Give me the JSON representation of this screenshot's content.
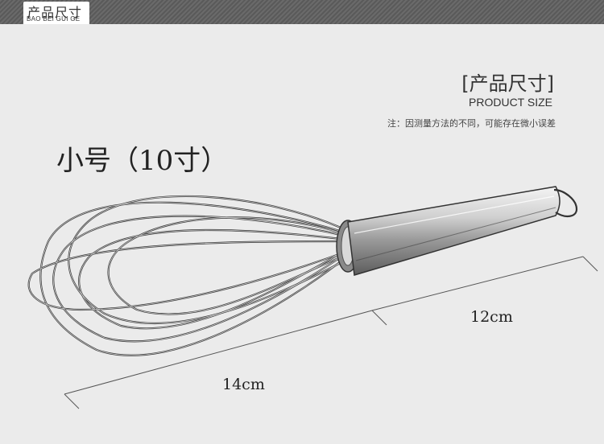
{
  "header": {
    "tab_title": "产品尺寸",
    "tab_subtitle": "BAO BEI GUI GE"
  },
  "section": {
    "title": "[产品尺寸]",
    "subtitle": "PRODUCT SIZE",
    "note": "注：因测量方法的不同，可能存在微小误差"
  },
  "product": {
    "size_label": "小号（10寸）",
    "handle_length": "12cm",
    "head_length": "14cm",
    "icon": "whisk-icon"
  },
  "colors": {
    "background": "#ebebeb",
    "header_bar": "#5f5f5f",
    "text": "#222222"
  }
}
